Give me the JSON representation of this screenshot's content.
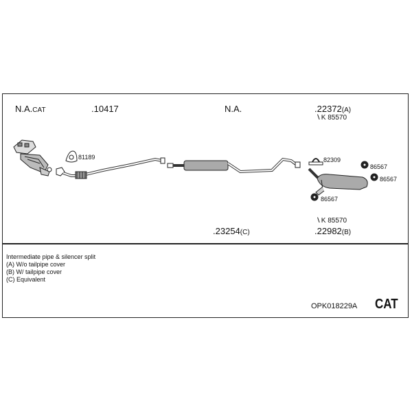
{
  "labels": {
    "na_cat_prefix": "N.A.",
    "na_cat_suffix": "CAT",
    "part_10417": "10417",
    "na": "N.A.",
    "part_22372": "22372",
    "part_22372_suffix": "(A)",
    "kit_85570_top": "K 85570",
    "part_81189": "81189",
    "part_82309": "82309",
    "part_86567_a": "86567",
    "part_86567_b": "86567",
    "part_86567_c": "86567",
    "kit_85570_bottom": "K 85570",
    "part_23254": "23254",
    "part_23254_suffix": "(C)",
    "part_22982": "22982",
    "part_22982_suffix": "(B)"
  },
  "notes": {
    "line1": "Intermediate pipe & silencer split",
    "line2": "(A) W/o tailpipe cover",
    "line3": "(B) W/ tailpipe cover",
    "line4": "(C) Equivalent"
  },
  "footer": {
    "code": "OPK018229A",
    "category": "CAT"
  }
}
